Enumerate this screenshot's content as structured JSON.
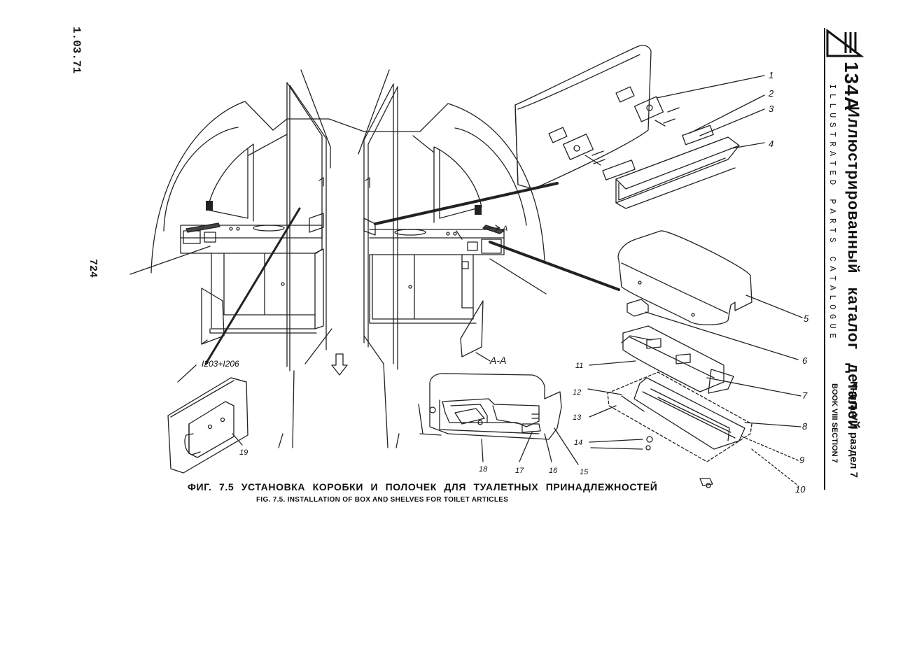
{
  "margin": {
    "date": "1.03.71",
    "page_number": "724"
  },
  "header": {
    "model": "134A",
    "title_ru": "Иллюстрированный каталог деталей",
    "title_en": "ILLUSTRATED PARTS CATALOGUE",
    "book_ru": "Книга VIII раздел 7",
    "book_en": "BOOK VIII SECTION 7"
  },
  "figure": {
    "caption_ru": "ФИГ. 7.5 УСТАНОВКА КОРОБКИ И ПОЛОЧЕК ДЛЯ ТУАЛЕТНЫХ ПРИНАДЛЕЖНОСТЕЙ",
    "caption_en": "FIG. 7.5. INSTALLATION OF BOX AND SHELVES FOR TOILET ARTICLES",
    "ref_label": "I203+I206",
    "section_marker": "A",
    "section_label": "A-A",
    "callouts": [
      "1",
      "2",
      "3",
      "4",
      "5",
      "6",
      "7",
      "8",
      "9",
      "10",
      "11",
      "12",
      "13",
      "14",
      "15",
      "16",
      "17",
      "18",
      "19"
    ]
  }
}
